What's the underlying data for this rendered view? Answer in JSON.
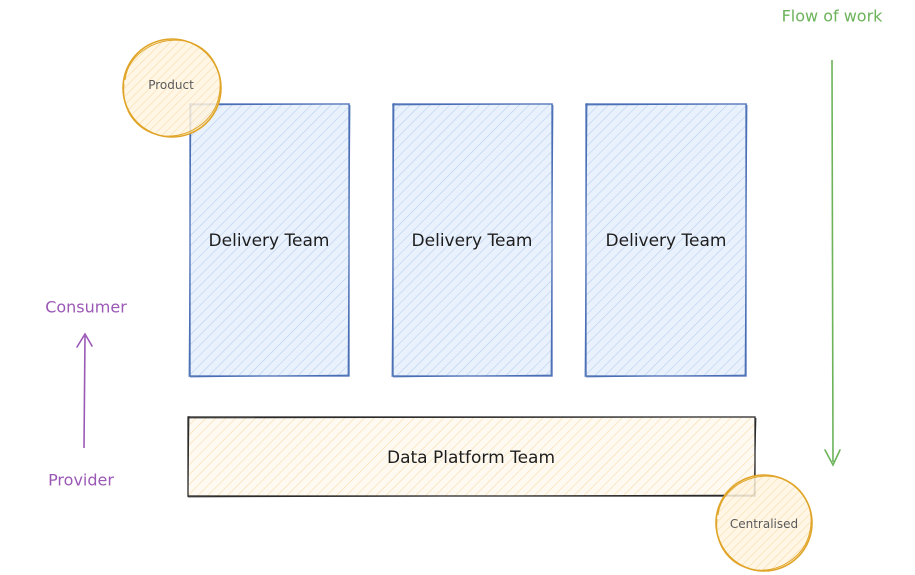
{
  "colors": {
    "team_stroke": "#4a6fb5",
    "team_fill": "#d6e6fb",
    "platform_stroke": "#1e1e1e",
    "platform_fill": "#fdf3df",
    "circle_stroke": "#e0a528",
    "circle_fill": "#fdeccd",
    "consumer_provider": "#9b59b6",
    "flow": "#6cb35a"
  },
  "delivery_teams": [
    {
      "label": "Delivery Team"
    },
    {
      "label": "Delivery Team"
    },
    {
      "label": "Delivery Team"
    }
  ],
  "platform": {
    "label": "Data Platform Team"
  },
  "badges": {
    "product": "Product",
    "centralised": "Centralised"
  },
  "axis": {
    "consumer": "Consumer",
    "provider": "Provider"
  },
  "flow": {
    "label": "Flow of work"
  }
}
